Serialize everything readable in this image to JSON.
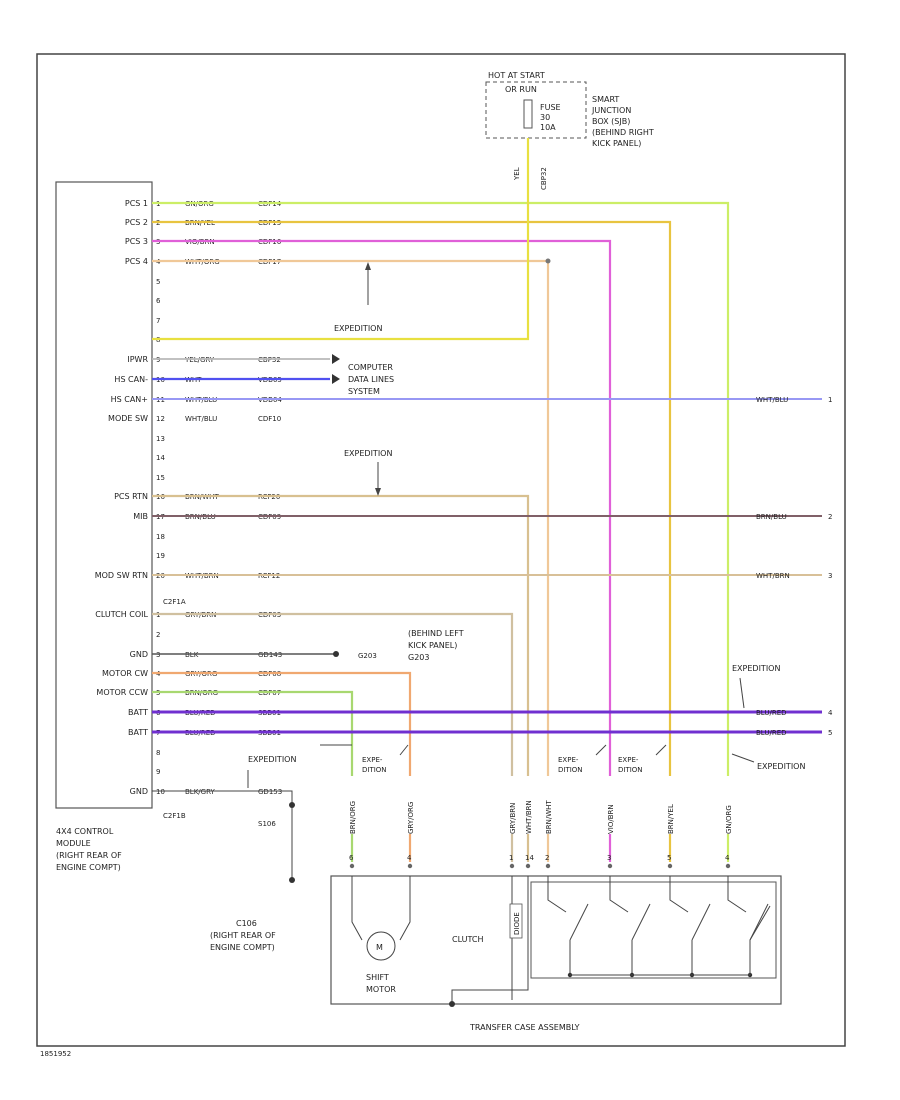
{
  "diagram_id": "1851952",
  "colors": {
    "gn_org": "#ccee66",
    "brn_yel": "#e8c440",
    "vio_brn": "#e060d8",
    "wht_org": "#f0c898",
    "yel_gry": "#e8e040",
    "wht_gry": "#b8b8b8",
    "blu": "#5050f0",
    "wht_blu": "#9898f4",
    "brn_wht": "#d8c090",
    "brn_blu": "#806068",
    "wht_brn": "#d8c098",
    "gry_brn": "#d0c0a0",
    "blk": "#555555",
    "gry_org": "#f0a870",
    "brn_org": "#a8d870",
    "blu_red": "#7030d0",
    "org_gry": "#b8e860"
  },
  "module": {
    "name_lines": [
      "4X4 CONTROL",
      "MODULE",
      "(RIGHT REAR OF",
      "ENGINE COMPT)"
    ],
    "rows": [
      {
        "pin": "1",
        "label": "PCS 1",
        "wire": "GN/ORG",
        "circuit": "CDF14"
      },
      {
        "pin": "2",
        "label": "PCS 2",
        "wire": "BRN/YEL",
        "circuit": "CDF15"
      },
      {
        "pin": "3",
        "label": "PCS 3",
        "wire": "VIO/BRN",
        "circuit": "CDF16"
      },
      {
        "pin": "4",
        "label": "PCS 4",
        "wire": "WHT/ORG",
        "circuit": "CDF17"
      },
      {
        "pin": "5",
        "label": "",
        "wire": "",
        "circuit": ""
      },
      {
        "pin": "6",
        "label": "",
        "wire": "",
        "circuit": ""
      },
      {
        "pin": "7",
        "label": "",
        "wire": "",
        "circuit": ""
      },
      {
        "pin": "8",
        "label": "",
        "wire": "",
        "circuit": ""
      },
      {
        "pin": "9",
        "label": "IPWR",
        "wire": "YEL/GRY",
        "circuit": "CBP32"
      },
      {
        "pin": "10",
        "label": "HS CAN-",
        "wire": "WHT",
        "circuit": "VDB05"
      },
      {
        "pin": "11",
        "label": "HS CAN+",
        "wire": "WHT/BLU",
        "circuit": "VDB04"
      },
      {
        "pin": "12",
        "label": "MODE SW",
        "wire": "WHT/BLU",
        "circuit": "CDF10"
      },
      {
        "pin": "13",
        "label": "",
        "wire": "",
        "circuit": ""
      },
      {
        "pin": "14",
        "label": "",
        "wire": "",
        "circuit": ""
      },
      {
        "pin": "15",
        "label": "",
        "wire": "",
        "circuit": ""
      },
      {
        "pin": "16",
        "label": "PCS RTN",
        "wire": "BRN/WHT",
        "circuit": "RCF20"
      },
      {
        "pin": "17",
        "label": "MIB",
        "wire": "BRN/BLU",
        "circuit": "CDF09"
      },
      {
        "pin": "18",
        "label": "",
        "wire": "",
        "circuit": ""
      },
      {
        "pin": "19",
        "label": "",
        "wire": "",
        "circuit": ""
      },
      {
        "pin": "20",
        "label": "MOD SW RTN",
        "wire": "WHT/BRN",
        "circuit": "RCF12"
      },
      {
        "pin": "1",
        "label": "CLUTCH COIL",
        "wire": "GRY/BRN",
        "circuit": "CDF03"
      },
      {
        "pin": "2",
        "label": "",
        "wire": "",
        "circuit": ""
      },
      {
        "pin": "3",
        "label": "GND",
        "wire": "BLK",
        "circuit": "GD143"
      },
      {
        "pin": "4",
        "label": "MOTOR CW",
        "wire": "GRY/ORG",
        "circuit": "CDF08"
      },
      {
        "pin": "5",
        "label": "MOTOR CCW",
        "wire": "BRN/ORG",
        "circuit": "CDF07"
      },
      {
        "pin": "6",
        "label": "BATT",
        "wire": "BLU/RED",
        "circuit": "SBB01"
      },
      {
        "pin": "7",
        "label": "BATT",
        "wire": "BLU/RED",
        "circuit": "SBB01"
      },
      {
        "pin": "8",
        "label": "",
        "wire": "",
        "circuit": ""
      },
      {
        "pin": "9",
        "label": "",
        "wire": "",
        "circuit": ""
      },
      {
        "pin": "10",
        "label": "GND",
        "wire": "BLK/GRY",
        "circuit": "GD153"
      }
    ],
    "connector_20": "C2F1A",
    "connector_10": "C2F1B"
  },
  "fuse_box": {
    "title_lines": [
      "HOT AT START",
      "OR RUN"
    ],
    "fuse_lines": [
      "FUSE",
      "30",
      "10A"
    ],
    "location_lines": [
      "SMART",
      "JUNCTION",
      "BOX (SJB)",
      "(BEHIND RIGHT",
      "KICK PANEL)"
    ],
    "wire_labels": [
      "YEL",
      "CBP32"
    ]
  },
  "labels": {
    "expedition": "EXPEDITION",
    "expedition_split": [
      "EXPE-",
      "DITION"
    ],
    "computer_lines": [
      "COMPUTER",
      "DATA LINES",
      "SYSTEM"
    ],
    "ground_location_lines": [
      "(BEHIND LEFT",
      "KICK PANEL)",
      "G203"
    ],
    "ground_g203": "G203",
    "splice_s106": "S106",
    "splice_c106": "C106",
    "c106_location_lines": [
      "C106",
      "(RIGHT REAR OF",
      "ENGINE COMPT)"
    ],
    "motor_lines": [
      "SHIFT",
      "MOTOR"
    ],
    "motor_symbol": "M",
    "clutch": "CLUTCH",
    "diode": "DIODE",
    "transfer_case": "TRANSFER CASE ASSEMBLY"
  },
  "right_edge": [
    {
      "wire": "WHT/BLU",
      "ref": "1"
    },
    {
      "wire": "BRN/BLU",
      "ref": "2"
    },
    {
      "wire": "WHT/BRN",
      "ref": "3"
    },
    {
      "wire": "BLU/RED",
      "ref": "4"
    },
    {
      "wire": "BLU/RED",
      "ref": "5"
    }
  ],
  "vertical_wire_labels": [
    "BRN/ORG",
    "GRY/ORG",
    "GRY/BRN",
    "WHT/BRN",
    "BRN/WHT",
    "VIO/BRN",
    "BRN/YEL",
    "GN/ORG"
  ],
  "pin_numbers_bottom": [
    "6",
    "4",
    "1",
    "14",
    "2",
    "3",
    "5",
    "4"
  ]
}
